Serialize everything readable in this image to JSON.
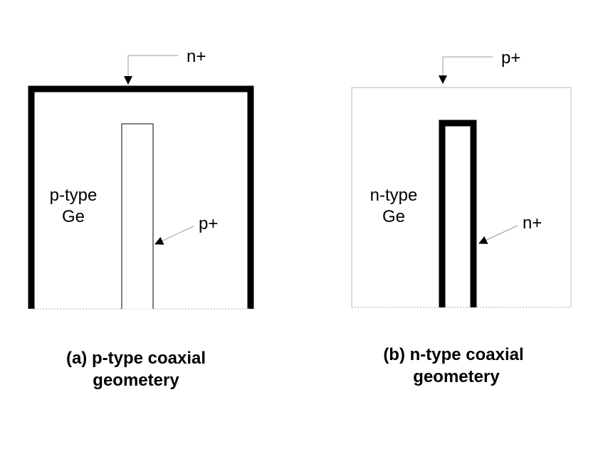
{
  "panel_a": {
    "contact_top_label": "n+",
    "bulk_line1": "p-type",
    "bulk_line2": "Ge",
    "core_contact_label": "p+",
    "caption_line1": "(a) p-type coaxial",
    "caption_line2": "geometery"
  },
  "panel_b": {
    "contact_top_label": "p+",
    "bulk_line1": "n-type",
    "bulk_line2": "Ge",
    "core_contact_label": "n+",
    "caption_line1": "(b) n-type coaxial",
    "caption_line2": "geometery"
  },
  "colors": {
    "stroke": "#000000",
    "thin_outline": "#bbbbbb",
    "dotted_base": "#aaaaaa",
    "leader_line": "#999999"
  }
}
